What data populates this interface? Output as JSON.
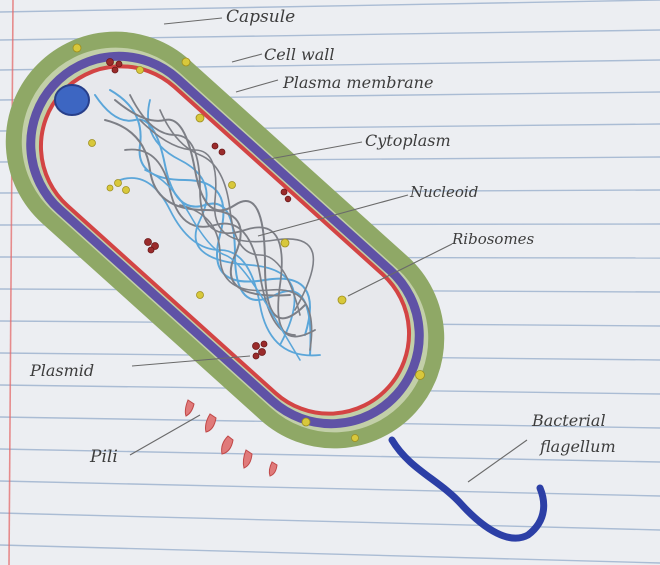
{
  "labels": {
    "capsule": "Capsule",
    "cell_wall": "Cell wall",
    "plasma_membrane": "Plasma membrane",
    "cytoplasm": "Cytoplasm",
    "nucleoid": "Nucleoid",
    "ribosomes": "Ribosomes",
    "plasmid": "Plasmid",
    "pili": "Pili",
    "flagellum_line1": "Bacterial",
    "flagellum_line2": "flagellum"
  },
  "colors": {
    "paper": "#eceef2",
    "ruled_line": "#9fb4cf",
    "margin_line": "#e46a6a",
    "capsule": "#8fa866",
    "cell_wall": "#5f52a6",
    "plasma_membrane": "#d34444",
    "flagellum": "#2c3fa6",
    "nucleoid_gray": "#7d7f86",
    "nucleoid_blue": "#5ba6d9",
    "ribosome": "#d8c83b",
    "plasmid": "#9a2b2b",
    "pili": "#e07a7a",
    "vacuole": "#3d66c2"
  }
}
